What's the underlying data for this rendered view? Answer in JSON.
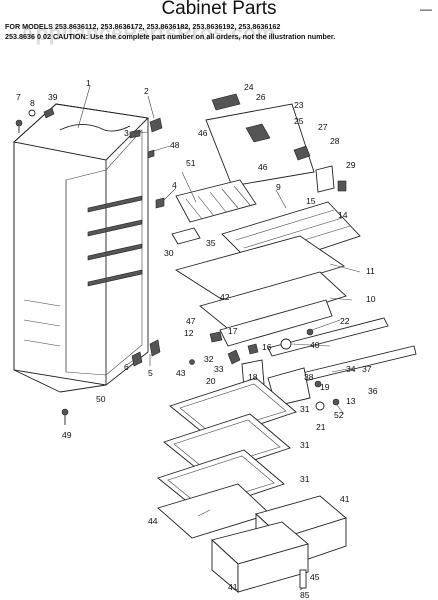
{
  "title": "Cabinet Parts",
  "models_line": "FOR MODELS 253.8636112, 253.8636172, 253.8636182, 253.8636192, 253.8636162",
  "models_line2": "253.8636 0 02",
  "caution_line": "CAUTION: Use the complete part number on all orders, not the illustration number.",
  "watermark": "AppliancePartsPros.com",
  "corner_mark": "—",
  "callouts": [
    "1",
    "2",
    "3",
    "4",
    "5",
    "6",
    "7",
    "8",
    "9",
    "10",
    "11",
    "12",
    "13",
    "14",
    "15",
    "16",
    "17",
    "18",
    "19",
    "20",
    "21",
    "22",
    "23",
    "24",
    "25",
    "26",
    "27",
    "28",
    "29",
    "30",
    "31",
    "31",
    "31",
    "32",
    "33",
    "34",
    "35",
    "36",
    "37",
    "38",
    "39",
    "40",
    "41",
    "41",
    "42",
    "43",
    "44",
    "45",
    "46",
    "46",
    "47",
    "48",
    "49",
    "50",
    "51",
    "52",
    "85"
  ],
  "icons": [
    "refrigerator-cabinet",
    "shelf",
    "crisper-drawer",
    "screw",
    "bracket"
  ]
}
